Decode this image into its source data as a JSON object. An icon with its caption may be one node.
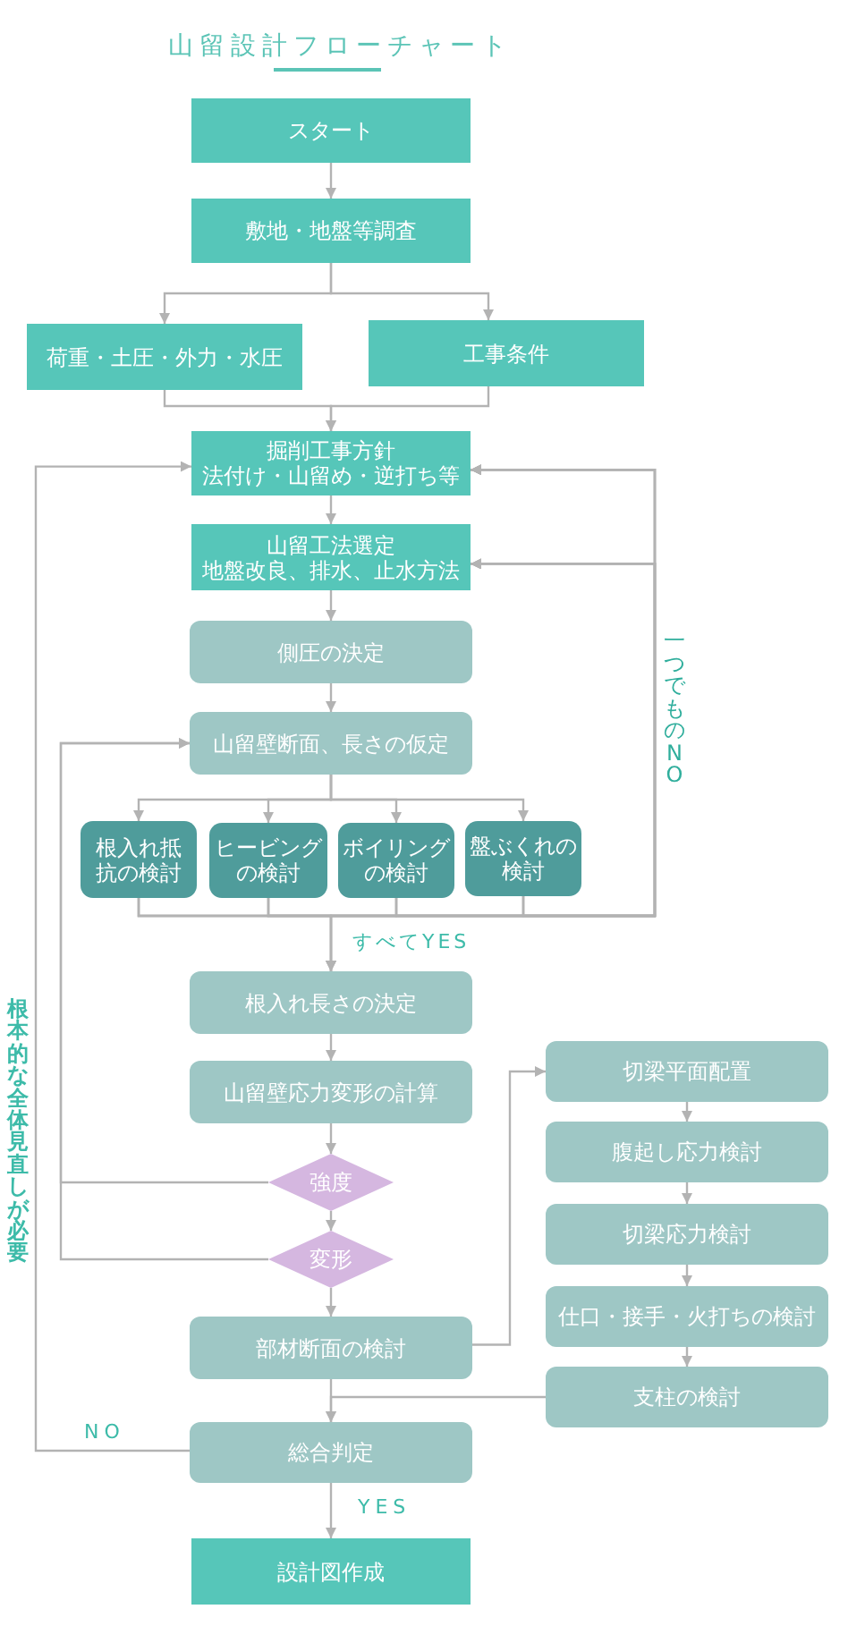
{
  "diagram": {
    "title": "山留設計フローチャート",
    "nodes": [
      {
        "text": [
          "スタート"
        ]
      },
      {
        "text": [
          "敷地・地盤等調査"
        ]
      },
      {
        "text": [
          "荷重・土圧・外力・水圧"
        ]
      },
      {
        "text": [
          "工事条件"
        ]
      },
      {
        "text": [
          "掘削工事方針",
          "法付け・山留め・逆打ち等"
        ]
      },
      {
        "text": [
          "山留工法選定",
          "地盤改良、排水、止水方法"
        ]
      },
      {
        "text": [
          "側圧の決定"
        ]
      },
      {
        "text": [
          "山留壁断面、長さの仮定"
        ]
      },
      {
        "text": [
          "根入れ抵抗の検討"
        ]
      },
      {
        "text": [
          "ヒービングの検討"
        ]
      },
      {
        "text": [
          "ボイリングの検討"
        ]
      },
      {
        "text": [
          "盤ぶくれの検討"
        ]
      },
      {
        "text": [
          "根入れ長さの決定"
        ]
      },
      {
        "text": [
          "山留壁応力変形の計算"
        ]
      },
      {
        "text": [
          "強度"
        ]
      },
      {
        "text": [
          "変形"
        ]
      },
      {
        "text": [
          "部材断面の検討"
        ]
      },
      {
        "text": [
          "切梁平面配置"
        ]
      },
      {
        "text": [
          "腹起し応力検討"
        ]
      },
      {
        "text": [
          "切梁応力検討"
        ]
      },
      {
        "text": [
          "仕口・接手・火打ちの検討"
        ]
      },
      {
        "text": [
          "支柱の検討"
        ]
      },
      {
        "text": [
          "総合判定"
        ]
      },
      {
        "text": [
          "設計図作成"
        ]
      }
    ],
    "edges": [
      {
        "from": 0,
        "to": 1,
        "arrow": "to"
      },
      {
        "from": 1,
        "to": 2,
        "arrow": "to"
      },
      {
        "from": 1,
        "to": 3,
        "arrow": "to"
      },
      {
        "from": 2,
        "to": 4,
        "arrow": "to"
      },
      {
        "from": 3,
        "to": 4,
        "arrow": "to"
      },
      {
        "from": 4,
        "to": 5,
        "arrow": "to"
      },
      {
        "from": 5,
        "to": 6,
        "arrow": "to"
      },
      {
        "from": 6,
        "to": 7,
        "arrow": "to"
      },
      {
        "from": 7,
        "to": 8,
        "arrow": "to"
      },
      {
        "from": 7,
        "to": 9,
        "arrow": "to"
      },
      {
        "from": 7,
        "to": 10,
        "arrow": "to"
      },
      {
        "from": 7,
        "to": 11,
        "arrow": "to"
      },
      {
        "from": 8,
        "to": 12,
        "arrow": "to"
      },
      {
        "from": 9,
        "to": 12,
        "arrow": "to"
      },
      {
        "from": 10,
        "to": 12,
        "arrow": "to"
      },
      {
        "from": 11,
        "to": 12,
        "arrow": "to"
      },
      {
        "from": 8,
        "to": 4,
        "arrow": "to"
      },
      {
        "from": 9,
        "to": 4,
        "arrow": "to"
      },
      {
        "from": 10,
        "to": 4,
        "arrow": "to"
      },
      {
        "from": 11,
        "to": 4,
        "arrow": "to"
      },
      {
        "from": 8,
        "to": 5,
        "arrow": "to"
      },
      {
        "from": 9,
        "to": 5,
        "arrow": "to"
      },
      {
        "from": 10,
        "to": 5,
        "arrow": "to"
      },
      {
        "from": 11,
        "to": 5,
        "arrow": "to"
      },
      {
        "from": 12,
        "to": 13,
        "arrow": "to"
      },
      {
        "from": 13,
        "to": 14,
        "arrow": "to"
      },
      {
        "from": 14,
        "to": 15,
        "arrow": "to"
      },
      {
        "from": 15,
        "to": 16,
        "arrow": "to"
      },
      {
        "from": 14,
        "to": 7,
        "arrow": "to"
      },
      {
        "from": 15,
        "to": 7,
        "arrow": "to"
      },
      {
        "from": 16,
        "to": 17,
        "arrow": "to"
      },
      {
        "from": 17,
        "to": 18,
        "arrow": "to"
      },
      {
        "from": 18,
        "to": 19,
        "arrow": "to"
      },
      {
        "from": 19,
        "to": 20,
        "arrow": "to"
      },
      {
        "from": 20,
        "to": 21,
        "arrow": "to"
      },
      {
        "from": 21,
        "to": 22,
        "arrow": "to"
      },
      {
        "from": 16,
        "to": 22,
        "arrow": "to"
      },
      {
        "from": 22,
        "to": 4,
        "arrow": "to",
        "label": "NO"
      },
      {
        "from": 22,
        "to": 23,
        "arrow": "to",
        "label": "YES"
      }
    ],
    "labels": [
      "一つでものNO",
      "すべてYES",
      "根本的な全体見直しが必要"
    ]
  }
}
